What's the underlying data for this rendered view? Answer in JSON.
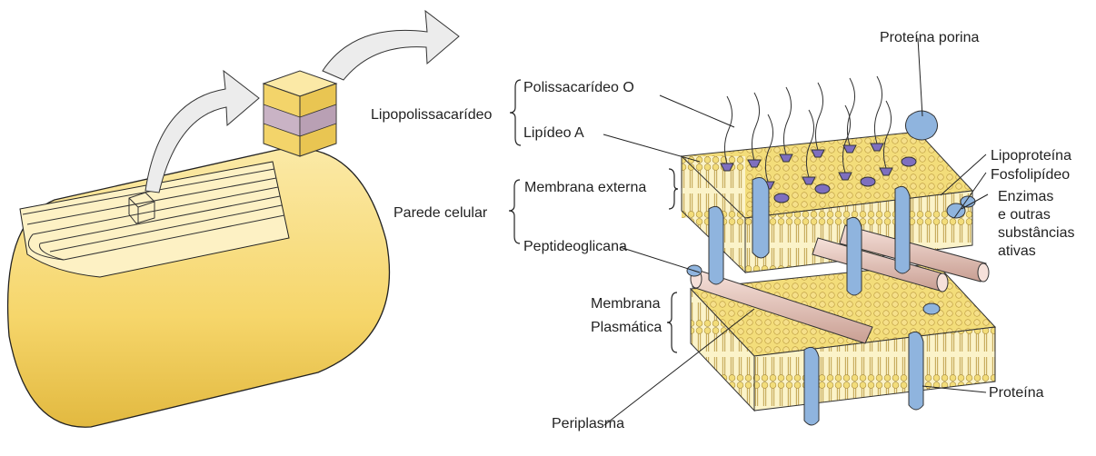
{
  "labels": {
    "lipopolissacarideo": "Lipopolissacarídeo",
    "polissacarideo_o": "Polissacarídeo O",
    "lipideo_a": "Lipídeo A",
    "parede_celular": "Parede celular",
    "membrana_externa": "Membrana externa",
    "peptideoglicana": "Peptideoglicana",
    "membrana": "Membrana",
    "plasmatica": "Plasmática",
    "periplasma": "Periplasma",
    "proteina_porina": "Proteína porina",
    "lipoproteina": "Lipoproteína",
    "fosfolipideo": "Fosfolipídeo",
    "enzimas": "Enzimas",
    "e_outras": "e outras",
    "substancias": "substâncias",
    "ativas": "ativas",
    "proteina": "Proteína"
  },
  "colors": {
    "cell_body": "#f6d66b",
    "cell_body_light": "#fbe9a6",
    "cell_body_dark": "#e2b940",
    "membrane_head": "#f3dd7a",
    "membrane_tail": "#c9a94a",
    "protein": "#8fb4de",
    "protein_dark": "#6a90c0",
    "lps_head": "#7e6fbf",
    "peptido_tube": "#f0cfc4",
    "peptido_tube_dark": "#c99f93",
    "cube_band": "#c9b3c5",
    "arrow_fill": "#ececec",
    "line": "#222222"
  }
}
